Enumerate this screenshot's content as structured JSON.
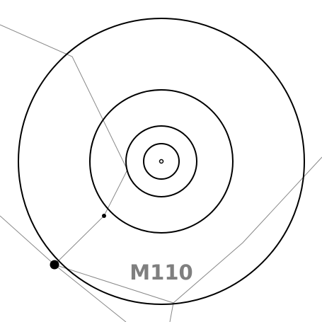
{
  "object": {
    "label": "M110"
  },
  "fov_rings": [
    "ring-outer",
    "ring-large",
    "ring-medium",
    "ring-small",
    "ring-center"
  ],
  "stars": [
    {
      "name": "star-bright",
      "magnitude_class": "bright"
    },
    {
      "name": "star-faint",
      "magnitude_class": "faint"
    }
  ],
  "colors": {
    "background": "#ffffff",
    "rings": "#000000",
    "constellation_lines": "#888888",
    "label": "#7f7f7f",
    "stars": "#000000"
  }
}
